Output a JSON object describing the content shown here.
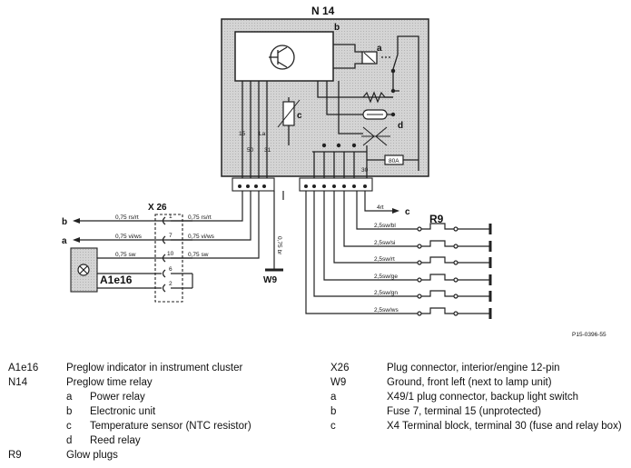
{
  "diagram": {
    "unit_label": "N 14",
    "sub_b": "b",
    "sub_a": "a",
    "sub_c": "c",
    "sub_d": "d",
    "pin_15": "15",
    "pin_50": "50",
    "pin_La": "La",
    "pin_31": "31",
    "pin_30": "30",
    "fuse_label": "80A",
    "c_arrow": "c",
    "wire_4rt": "4rt",
    "x26_label": "X 26",
    "x26_pins": [
      "1",
      "7",
      "10",
      "6",
      "2"
    ],
    "r9_label": "R9",
    "w9_label": "W9",
    "a1e16_label": "A1e16",
    "left_b": "b",
    "left_a": "a",
    "wires_left": [
      "0,75 rs/rt",
      "0,75 vi/ws",
      "0,75 sw"
    ],
    "wires_right": [
      "0,75 rs/rt",
      "0,75 vi/ws",
      "0,75 sw"
    ],
    "wire_br": "0,75 br",
    "glow_wires": [
      "2,5sw/bl",
      "2,5sw/si",
      "2,5sw/rt",
      "2,5sw/ge",
      "2,5sw/gn",
      "2,5sw/ws"
    ],
    "ref_code": "P15-0396-55"
  },
  "legend_left": [
    {
      "key": "A1e16",
      "value": "Preglow indicator in instrument cluster"
    },
    {
      "key": "N14",
      "value": "Preglow time relay"
    },
    {
      "key": "a",
      "value": "Power relay",
      "sub": true
    },
    {
      "key": "b",
      "value": "Electronic unit",
      "sub": true
    },
    {
      "key": "c",
      "value": "Temperature sensor (NTC resistor)",
      "sub": true
    },
    {
      "key": "d",
      "value": "Reed relay",
      "sub": true
    },
    {
      "key": "R9",
      "value": "Glow plugs"
    }
  ],
  "legend_right": [
    {
      "key": "X26",
      "value": "Plug connector, interior/engine 12-pin"
    },
    {
      "key": "W9",
      "value": "Ground, front left (next to lamp unit)"
    },
    {
      "key": "a",
      "value": "X49/1 plug connector, backup light switch"
    },
    {
      "key": "b",
      "value": "Fuse 7, terminal 15 (unprotected)"
    },
    {
      "key": "c",
      "value": "X4 Terminal block, terminal 30 (fuse and relay box)"
    }
  ]
}
